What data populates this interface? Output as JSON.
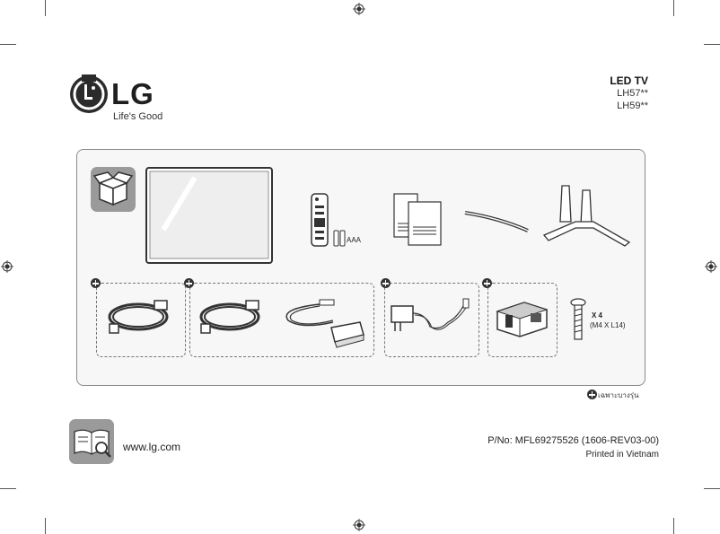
{
  "brand": {
    "name": "LG",
    "tagline": "Life's Good"
  },
  "product": {
    "title": "LED TV",
    "models": [
      "LH57**",
      "LH59**"
    ]
  },
  "contents": {
    "batteries_label": "AAA",
    "screw_count": "X 4",
    "screw_spec": "(M4 X L14)"
  },
  "footnote": "เฉพาะบางรุ่น",
  "footer": {
    "website": "www.lg.com",
    "part_number": "P/No: MFL69275526 (1606-REV03-00)",
    "printed": "Printed in Vietnam"
  },
  "colors": {
    "logo_red": "#2b2b2b",
    "panel_bg": "#f7f7f7",
    "border": "#8a8a8a"
  },
  "icons": [
    "box-icon",
    "manual-icon",
    "plus-icon",
    "registration-mark-icon"
  ]
}
